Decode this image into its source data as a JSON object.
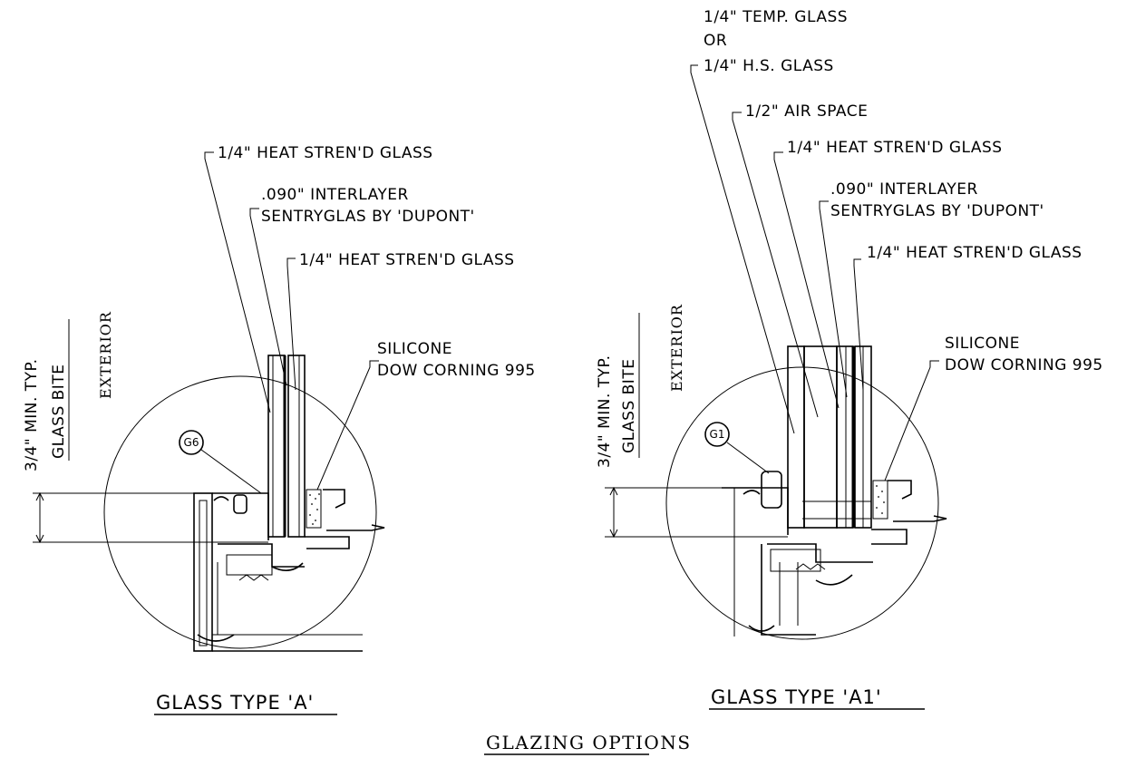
{
  "title": "GLAZING OPTIONS",
  "detail_a": {
    "caption": "GLASS TYPE 'A'",
    "tag": "G6",
    "labels": {
      "glass_outer": "1/4\" HEAT STREN'D GLASS",
      "interlayer_1": ".090\" INTERLAYER",
      "interlayer_2": "SENTRYGLAS BY 'DUPONT'",
      "glass_inner": "1/4\" HEAT STREN'D GLASS",
      "silicone_1": "SILICONE",
      "silicone_2": "DOW CORNING 995",
      "exterior": "EXTERIOR",
      "bite_dim": "3/4\" MIN. TYP.",
      "bite_label": "GLASS BITE"
    }
  },
  "detail_a1": {
    "caption": "GLASS TYPE 'A1'",
    "tag": "G1",
    "labels": {
      "temp_glass": "1/4\" TEMP. GLASS",
      "or": "OR",
      "hs_glass": "1/4\" H.S. GLASS",
      "air_space": "1/2\" AIR SPACE",
      "glass_outer": "1/4\" HEAT STREN'D GLASS",
      "interlayer_1": ".090\" INTERLAYER",
      "interlayer_2": "SENTRYGLAS BY 'DUPONT'",
      "glass_inner": "1/4\" HEAT STREN'D GLASS",
      "silicone_1": "SILICONE",
      "silicone_2": "DOW CORNING 995",
      "exterior": "EXTERIOR",
      "bite_dim": "3/4\" MIN. TYP.",
      "bite_label": "GLASS BITE"
    }
  }
}
